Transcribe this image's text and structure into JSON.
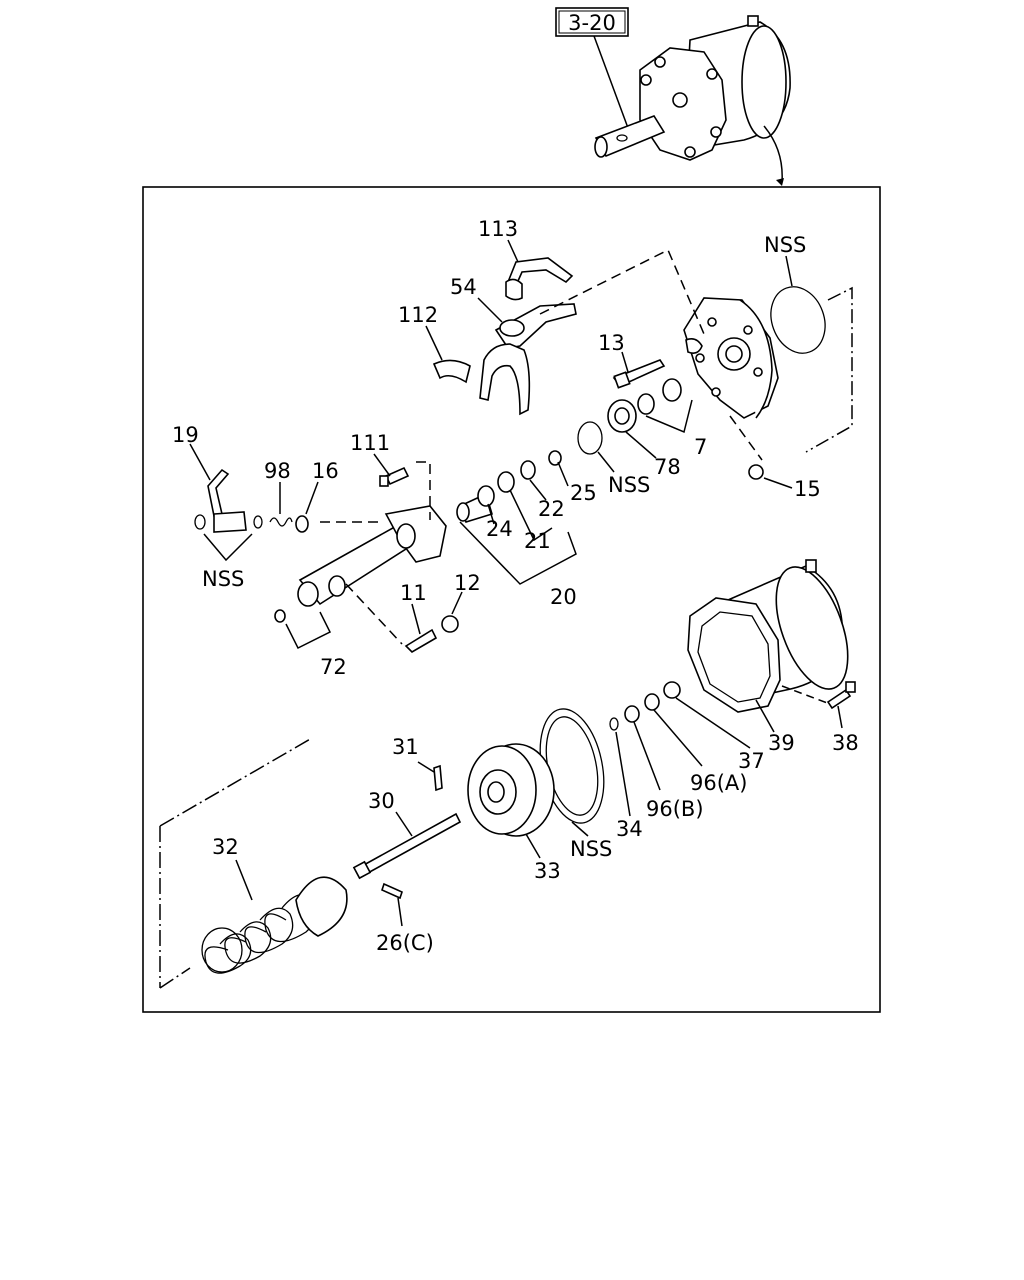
{
  "reference_box": "3-20",
  "labels": {
    "l113": "113",
    "l54": "54",
    "l112": "112",
    "lnss_top": "NSS",
    "l13": "13",
    "l7": "7",
    "l78": "78",
    "lnss_oring": "NSS",
    "l15": "15",
    "l19": "19",
    "l98": "98",
    "l16": "16",
    "l111": "111",
    "lnss_left": "NSS",
    "l25": "25",
    "l22": "22",
    "l24": "24",
    "l21": "21",
    "l20": "20",
    "l11": "11",
    "l12": "12",
    "l72": "72",
    "l31": "31",
    "l30": "30",
    "l32": "32",
    "l33": "33",
    "lnss_seal": "NSS",
    "l34": "34",
    "l96b": "96(B)",
    "l96a": "96(A)",
    "l37": "37",
    "l39": "39",
    "l38": "38",
    "l26c": "26(C)"
  }
}
